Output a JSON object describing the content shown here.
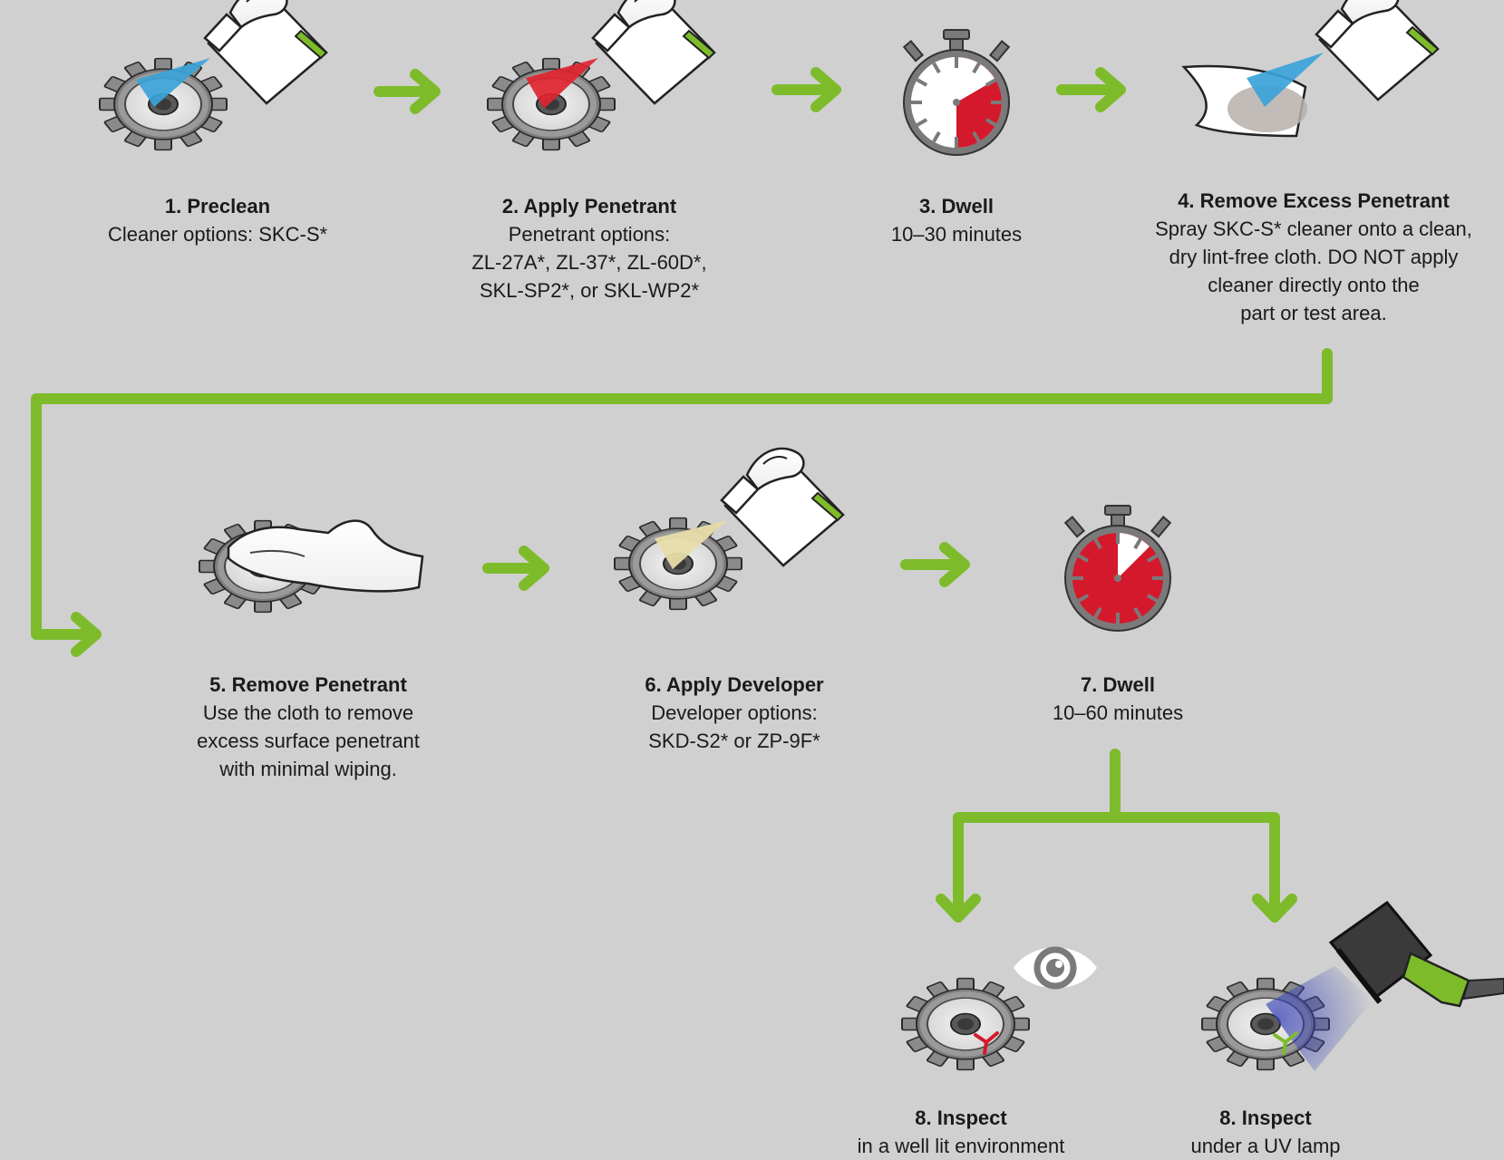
{
  "colors": {
    "background": "#d0d0d0",
    "arrow": "#7dbb2b",
    "spray_blue": "#3aa3d8",
    "spray_red": "#e0242f",
    "spray_developer": "#e8dcaa",
    "timer_red": "#d4192c",
    "uv_glow": "#3a44b8",
    "indication_red": "#d4192c",
    "indication_green": "#7dbb2b"
  },
  "steps": [
    {
      "title": "1. Preclean",
      "desc": "Cleaner options: SKC-S*",
      "icon": "gear-spray-bottle-icon"
    },
    {
      "title": "2. Apply Penetrant",
      "desc": "Penetrant options:\nZL-27A*, ZL-37*, ZL-60D*,\nSKL-SP2*, or SKL-WP2*",
      "icon": "gear-spray-red-icon"
    },
    {
      "title": "3. Dwell",
      "desc": "10–30 minutes",
      "icon": "stopwatch-icon"
    },
    {
      "title": "4. Remove Excess Penetrant",
      "desc": "Spray SKC-S* cleaner onto a clean,\ndry lint-free cloth. DO NOT apply\ncleaner directly onto the\npart or test area.",
      "icon": "cloth-spray-icon"
    },
    {
      "title": "5. Remove Penetrant",
      "desc": "Use the cloth to remove\nexcess surface penetrant\nwith minimal wiping.",
      "icon": "gear-wipe-icon"
    },
    {
      "title": "6. Apply Developer",
      "desc": "Developer options:\nSKD-S2* or ZP-9F*",
      "icon": "gear-spray-developer-icon"
    },
    {
      "title": "7. Dwell",
      "desc": "10–60 minutes",
      "icon": "stopwatch-icon"
    },
    {
      "title": "8. Inspect",
      "desc": "in a well lit environment",
      "icon": "gear-eye-icon"
    },
    {
      "title": "8. Inspect",
      "desc": "under a UV lamp",
      "icon": "gear-uv-lamp-icon"
    }
  ]
}
